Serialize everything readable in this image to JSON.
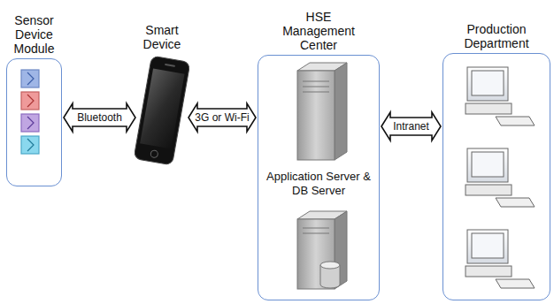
{
  "diagram": {
    "nodes": [
      {
        "text": [
          "Sensor Device Module"
        ]
      },
      {
        "text": [
          "Smart Device"
        ]
      },
      {
        "text": [
          "HSE Management Center",
          "Application Server & DB Server"
        ]
      },
      {
        "text": [
          "Production Department"
        ]
      }
    ],
    "edges": [
      {
        "from": 0,
        "to": 1,
        "label": "Bluetooth",
        "arrow": "both"
      },
      {
        "from": 1,
        "to": 2,
        "label": "3G or Wi-Fi",
        "arrow": "both"
      },
      {
        "from": 2,
        "to": 3,
        "label": "Intranet",
        "arrow": "both"
      }
    ]
  }
}
